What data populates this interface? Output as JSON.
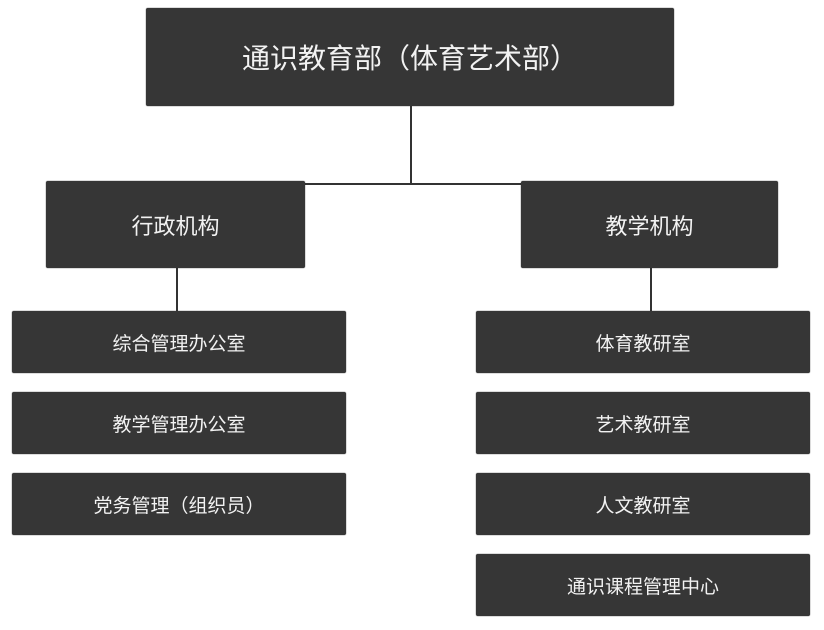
{
  "root": {
    "label": "通识教育部（体育艺术部）"
  },
  "branches": [
    {
      "label": "行政机构",
      "children": [
        "综合管理办公室",
        "教学管理办公室",
        "党务管理（组织员）"
      ]
    },
    {
      "label": "教学机构",
      "children": [
        "体育教研室",
        "艺术教研室",
        "人文教研室",
        "通识课程管理中心"
      ]
    }
  ]
}
